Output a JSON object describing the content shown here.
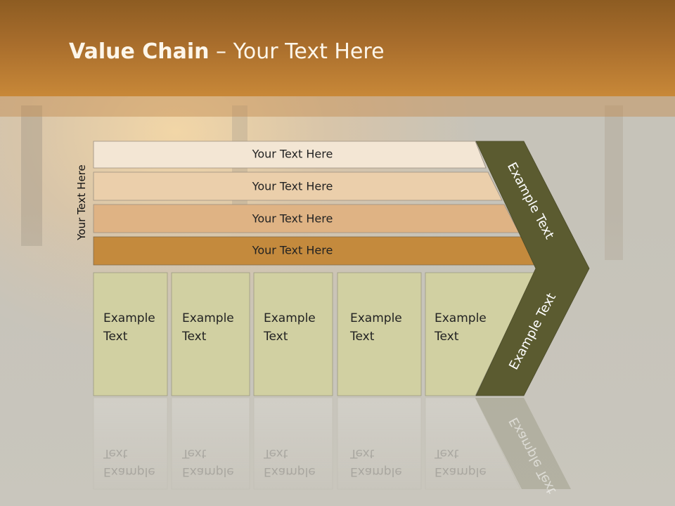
{
  "title_bold": "Value Chain",
  "title_rest": " – Your Text Here",
  "side_label": "Your Text Here",
  "rows": [
    {
      "label": "Your Text Here",
      "color": "#f3e6d4"
    },
    {
      "label": "Your Text Here",
      "color": "#ebcfab"
    },
    {
      "label": "Your Text Here",
      "color": "#dfb384"
    },
    {
      "label": "Your Text Here",
      "color": "#c48a3d"
    }
  ],
  "columns": [
    {
      "line1": "Example",
      "line2": "Text"
    },
    {
      "line1": "Example",
      "line2": "Text"
    },
    {
      "line1": "Example",
      "line2": "Text"
    },
    {
      "line1": "Example",
      "line2": "Text"
    },
    {
      "line1": "Example",
      "line2": "Text"
    }
  ],
  "arrow_top_label": "Example Text",
  "arrow_bottom_label": "Example Text",
  "colors": {
    "header": "#a86d2c",
    "arrow": "#5b5b30",
    "column_fill": "#d1d0a2"
  }
}
